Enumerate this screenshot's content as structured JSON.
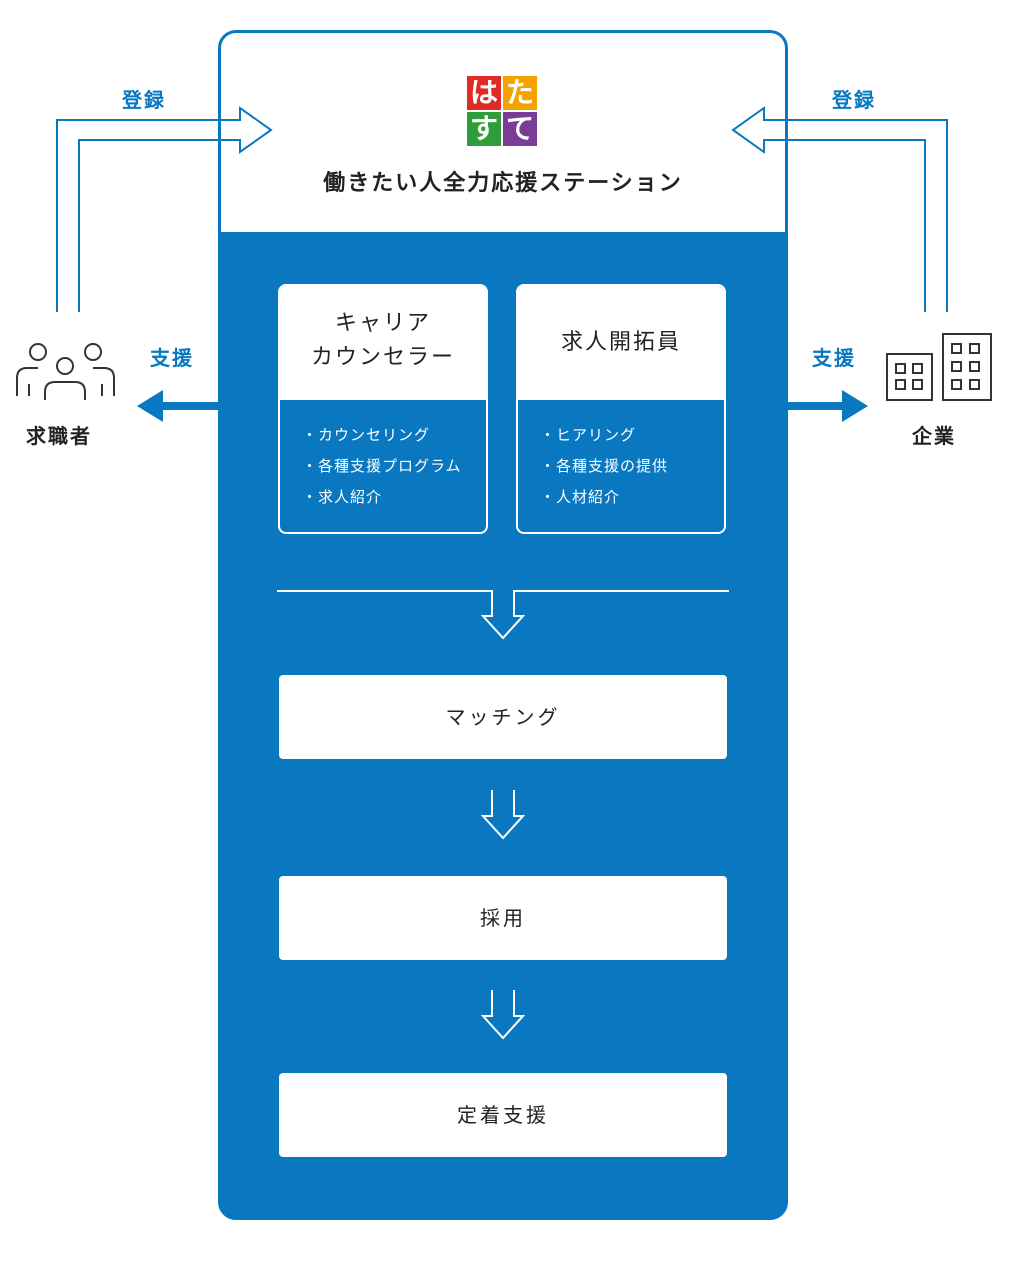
{
  "organization": {
    "logo_chars": [
      "は",
      "た",
      "す",
      "て"
    ],
    "logo_colors": [
      "#e02a26",
      "#f4a300",
      "#2f9e3a",
      "#7b3c98"
    ],
    "name": "働きたい人全力応援ステーション"
  },
  "flows": {
    "register_left": "登録",
    "register_right": "登録",
    "support_left": "支援",
    "support_right": "支援"
  },
  "parties": {
    "job_seeker": {
      "label": "求職者",
      "icon": "people-group-icon"
    },
    "company": {
      "label": "企業",
      "icon": "buildings-icon"
    }
  },
  "roles": [
    {
      "title_lines": [
        "キャリア",
        "カウンセラー"
      ],
      "items": [
        "・カウンセリング",
        "・各種支援プログラム",
        "・求人紹介"
      ]
    },
    {
      "title_lines": [
        "求人開拓員"
      ],
      "items": [
        "・ヒアリング",
        "・各種支援の提供",
        "・人材紹介"
      ]
    }
  ],
  "steps": [
    "マッチング",
    "採用",
    "定着支援"
  ],
  "colors": {
    "primary": "#0a78c0",
    "white": "#ffffff"
  }
}
